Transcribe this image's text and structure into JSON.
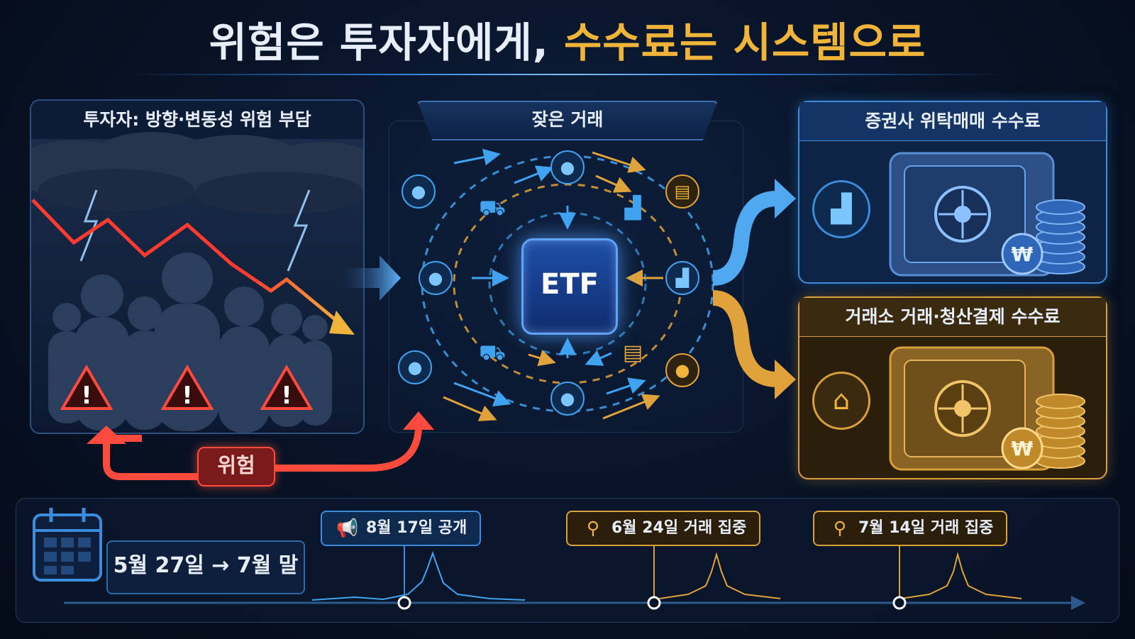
{
  "title": {
    "main": "위험은 투자자에게, ",
    "highlight": "수수료는 시스템으로"
  },
  "left_panel": {
    "header": "투자자: 방향·변동성 위험 부담"
  },
  "center_panel": {
    "header": "잦은 거래",
    "core_label": "ETF"
  },
  "fee_panels": {
    "broker": {
      "header": "증권사 위탁매매 수수료"
    },
    "exchange": {
      "header": "거래소 거래·청산결제 수수료"
    }
  },
  "risk_label": "위험",
  "timeline": {
    "period": "5월 27일 → 7월 말",
    "events": [
      {
        "label": "8월 17일 공개",
        "icon": "megaphone-icon"
      },
      {
        "label": "6월 24일 거래 집중",
        "icon": "search-icon"
      },
      {
        "label": "7월 14일 거래 집중",
        "icon": "search-icon"
      }
    ]
  },
  "colors": {
    "accent_gold": "#f0b43a",
    "accent_blue": "#3b8cdc",
    "risk_red": "#ff4b3e",
    "background": "#081428"
  },
  "icons": [
    "person-icon",
    "cart-icon",
    "chart-up-icon",
    "document-icon",
    "warning-icon",
    "lightning-icon",
    "safe-icon",
    "coin-stack-icon",
    "won-coin-icon",
    "bank-icon",
    "calendar-icon"
  ]
}
